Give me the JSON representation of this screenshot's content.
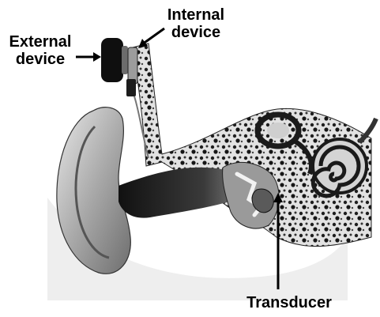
{
  "diagram": {
    "labels": {
      "external": {
        "line1": "External",
        "line2": "device"
      },
      "internal": {
        "line1": "Internal",
        "line2": "device"
      },
      "transducer": {
        "text": "Transducer"
      }
    },
    "colors": {
      "ink": "#000000",
      "bone": "#d9d9d9",
      "canal": "#2b2b2b",
      "skin": "#bdbdbd",
      "device": "#111111"
    }
  }
}
